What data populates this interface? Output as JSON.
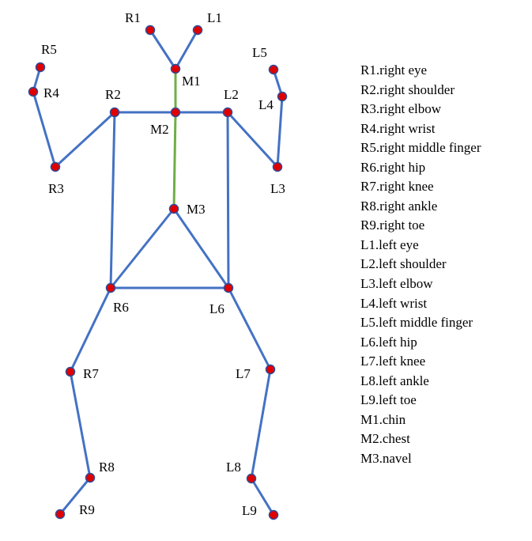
{
  "colors": {
    "bone": "#4472c4",
    "spine": "#70ad47",
    "joint_fill": "#e00000",
    "joint_stroke": "#2e4e9a"
  },
  "joints": [
    {
      "id": "R1",
      "label": "R1"
    },
    {
      "id": "L1",
      "label": "L1"
    },
    {
      "id": "M1",
      "label": "M1"
    },
    {
      "id": "R5",
      "label": "R5"
    },
    {
      "id": "R4",
      "label": "R4"
    },
    {
      "id": "R2",
      "label": "R2"
    },
    {
      "id": "M2",
      "label": "M2"
    },
    {
      "id": "L2",
      "label": "L2"
    },
    {
      "id": "L5",
      "label": "L5"
    },
    {
      "id": "L4",
      "label": "L4"
    },
    {
      "id": "R3",
      "label": "R3"
    },
    {
      "id": "L3",
      "label": "L3"
    },
    {
      "id": "M3",
      "label": "M3"
    },
    {
      "id": "R6",
      "label": "R6"
    },
    {
      "id": "L6",
      "label": "L6"
    },
    {
      "id": "R7",
      "label": "R7"
    },
    {
      "id": "L7",
      "label": "L7"
    },
    {
      "id": "R8",
      "label": "R8"
    },
    {
      "id": "L8",
      "label": "L8"
    },
    {
      "id": "R9",
      "label": "R9"
    },
    {
      "id": "L9",
      "label": "L9"
    }
  ],
  "bones": [
    [
      "R1",
      "M1"
    ],
    [
      "L1",
      "M1"
    ],
    [
      "M1",
      "M2"
    ],
    [
      "M2",
      "M3"
    ],
    [
      "R2",
      "M2"
    ],
    [
      "M2",
      "L2"
    ],
    [
      "R2",
      "R3"
    ],
    [
      "R3",
      "R4"
    ],
    [
      "R4",
      "R5"
    ],
    [
      "L2",
      "L3"
    ],
    [
      "L3",
      "L4"
    ],
    [
      "L4",
      "L5"
    ],
    [
      "R2",
      "R6"
    ],
    [
      "L2",
      "L6"
    ],
    [
      "M3",
      "R6"
    ],
    [
      "M3",
      "L6"
    ],
    [
      "R6",
      "L6"
    ],
    [
      "R6",
      "R7"
    ],
    [
      "R7",
      "R8"
    ],
    [
      "R8",
      "R9"
    ],
    [
      "L6",
      "L7"
    ],
    [
      "L7",
      "L8"
    ],
    [
      "L8",
      "L9"
    ]
  ],
  "legend": [
    "R1.right eye",
    "R2.right shoulder",
    "R3.right elbow",
    "R4.right wrist",
    "R5.right middle finger",
    "R6.right hip",
    "R7.right knee",
    "R8.right ankle",
    "R9.right toe",
    "L1.left eye",
    "L2.left shoulder",
    "L3.left elbow",
    "L4.left wrist",
    "L5.left middle finger",
    "L6.left hip",
    "L7.left knee",
    "L8.left ankle",
    "L9.left toe",
    "M1.chin",
    "M2.chest",
    "M3.navel"
  ]
}
